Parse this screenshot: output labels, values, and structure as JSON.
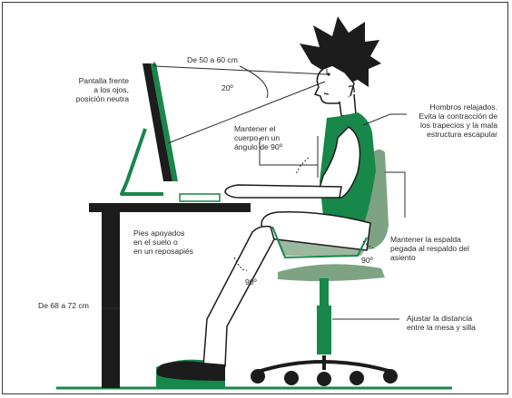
{
  "labels": {
    "screen": "Pantalla frente\na los ojos,\nposición neutra",
    "distance": "De 50 a 60 cm",
    "eye_angle": "20º",
    "body_angle": "Mantener el\ncuerpo en un\nángulo de 90º",
    "shoulders": "Hombros relajados.\nEvita la contracción de\nlos trapecios y la mala\nestructura escapular",
    "back": "Mantener la espalda\npegada al respaldo del\nasiento",
    "hip_angle": "90º",
    "feet": "Pies apoyados\nen el suelo o\nen un reposapiés",
    "knee_angle": "90º",
    "desk_height": "De 68 a 72 cm",
    "chair_distance": "Ajustar la distancia\nentre la mesa y silla"
  },
  "colors": {
    "green": "#17874a",
    "light_green": "#7ea383",
    "seat_green": "#9cb89e",
    "dark": "#1c1c1c",
    "floor": "#17874a"
  },
  "icons": {
    "figure": "seated-person-illustration",
    "monitor": "monitor-icon",
    "chair": "office-chair-icon",
    "desk": "desk-icon",
    "footrest": "footrest-icon"
  }
}
